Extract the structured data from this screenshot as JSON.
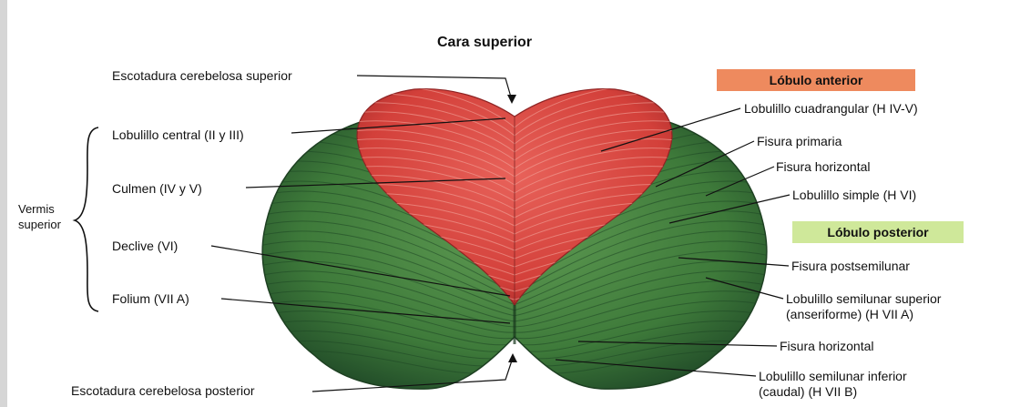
{
  "title": "Cara superior",
  "sections": {
    "anterior": {
      "label": "Lóbulo anterior",
      "color": "#ee8a5e"
    },
    "posterior": {
      "label": "Lóbulo posterior",
      "color": "#cfe89a"
    }
  },
  "group": {
    "line1": "Vermis",
    "line2": "superior"
  },
  "labels": {
    "esc_sup": "Escotadura cerebelosa superior",
    "lob_central": "Lobulillo central (II y III)",
    "culmen": "Culmen (IV y V)",
    "declive": "Declive (VI)",
    "folium": "Folium (VII A)",
    "esc_post": "Escotadura cerebelosa posterior",
    "lob_cuad": "Lobulillo cuadrangular (H IV-V)",
    "fis_prim": "Fisura primaria",
    "fis_hor1": "Fisura horizontal",
    "lob_simple": "Lobulillo simple (H VI)",
    "fis_postsemi": "Fisura postsemilunar",
    "lob_semi_sup1": "Lobulillo semilunar superior",
    "lob_semi_sup2": "(anseriforme) (H VII A)",
    "fis_hor2": "Fisura horizontal",
    "lob_semi_inf1": "Lobulillo semilunar inferior",
    "lob_semi_inf2": "(caudal) (H VII B)"
  },
  "colors": {
    "green": "#3f7a3c",
    "red": "#d8453f",
    "line": "#111111"
  }
}
